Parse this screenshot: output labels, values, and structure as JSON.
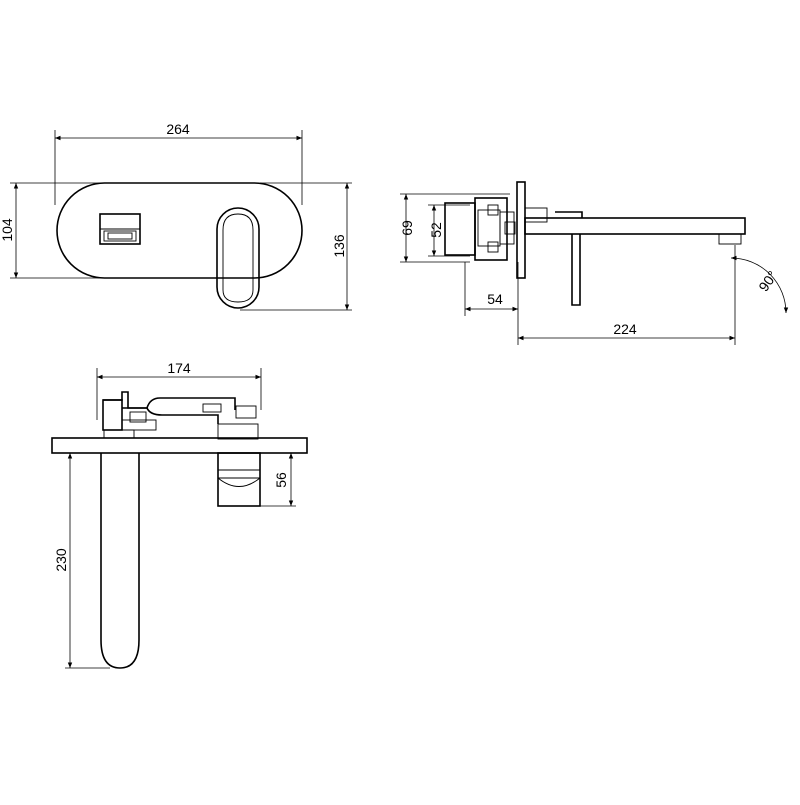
{
  "front_view": {
    "width": "264",
    "plate_height": "104",
    "overall_height": "136"
  },
  "side_view": {
    "body_height": "69",
    "inner_height": "52",
    "depth": "54",
    "spout_reach": "224",
    "angle": "90°"
  },
  "plan_view": {
    "width": "174",
    "cartridge_height": "56",
    "spout_length": "230"
  },
  "colors": {
    "line": "#000000",
    "background": "#ffffff"
  }
}
